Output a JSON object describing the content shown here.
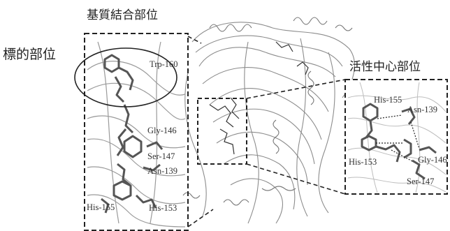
{
  "labels": {
    "substrate_site": "基質結合部位",
    "target_site": "標的部位",
    "active_site": "活性中心部位"
  },
  "left_panel_residues": [
    {
      "id": "trp160",
      "text": "Trp-160"
    },
    {
      "id": "gly146",
      "text": "Gly-146"
    },
    {
      "id": "ser147",
      "text": "Ser-147"
    },
    {
      "id": "asn139",
      "text": "Asn-139"
    },
    {
      "id": "his155",
      "text": "His-155"
    },
    {
      "id": "his153",
      "text": "His-153"
    }
  ],
  "right_panel_residues": [
    {
      "id": "his155",
      "text": "His-155"
    },
    {
      "id": "asn139",
      "text": "Asn-139"
    },
    {
      "id": "his153",
      "text": "His-153"
    },
    {
      "id": "gly146",
      "text": "Gly-146"
    },
    {
      "id": "ser147",
      "text": "Ser-147"
    }
  ],
  "colors": {
    "line": "#222222",
    "ribbon": "#8c8c8c",
    "ribbon_light": "#c4c4c4",
    "stick": "#555555"
  }
}
